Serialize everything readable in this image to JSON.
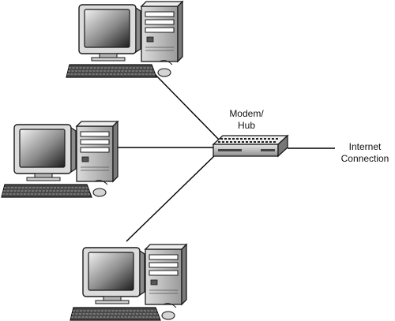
{
  "hub": {
    "label_line1": "Modem/",
    "label_line2": "Hub"
  },
  "internet": {
    "label_line1": "Internet",
    "label_line2": "Connection"
  },
  "nodes": [
    {
      "icon": "desktop-computer-icon"
    },
    {
      "icon": "desktop-computer-icon"
    },
    {
      "icon": "desktop-computer-icon"
    }
  ],
  "device_icon": "network-hub-icon",
  "colors": {
    "line": "#000000",
    "outline": "#1a1a1a"
  }
}
